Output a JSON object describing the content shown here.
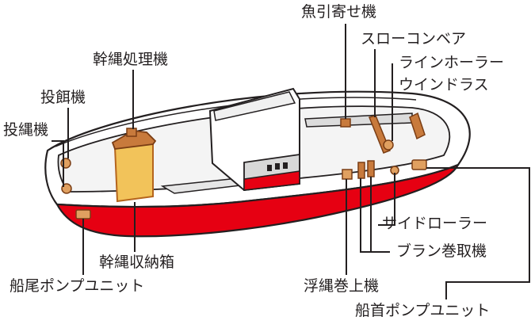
{
  "labels": {
    "gyo_hikiyose": "魚引寄せ機",
    "slow_conveyor": "スローコンベア",
    "line_hauler": "ラインホーラー",
    "windlass": "ウインドラス",
    "kanna_shori": "幹縄処理機",
    "tou_ji": "投餌機",
    "tou_nawa": "投縄機",
    "side_roller": "サイドローラー",
    "buran_makitori": "ブラン巻取機",
    "kanna_shuno": "幹縄収納箱",
    "fuka_makiage": "浮縄巻上機",
    "senbi_pump": "船尾ポンプユニット",
    "senshu_pump": "船首ポンプユニット"
  },
  "colors": {
    "hull_red": "#e60012",
    "outline": "#231f20",
    "machine_brown": "#c87a3c",
    "box_yellow": "#f2c35a",
    "cabin_gray": "#d8d8d8"
  }
}
